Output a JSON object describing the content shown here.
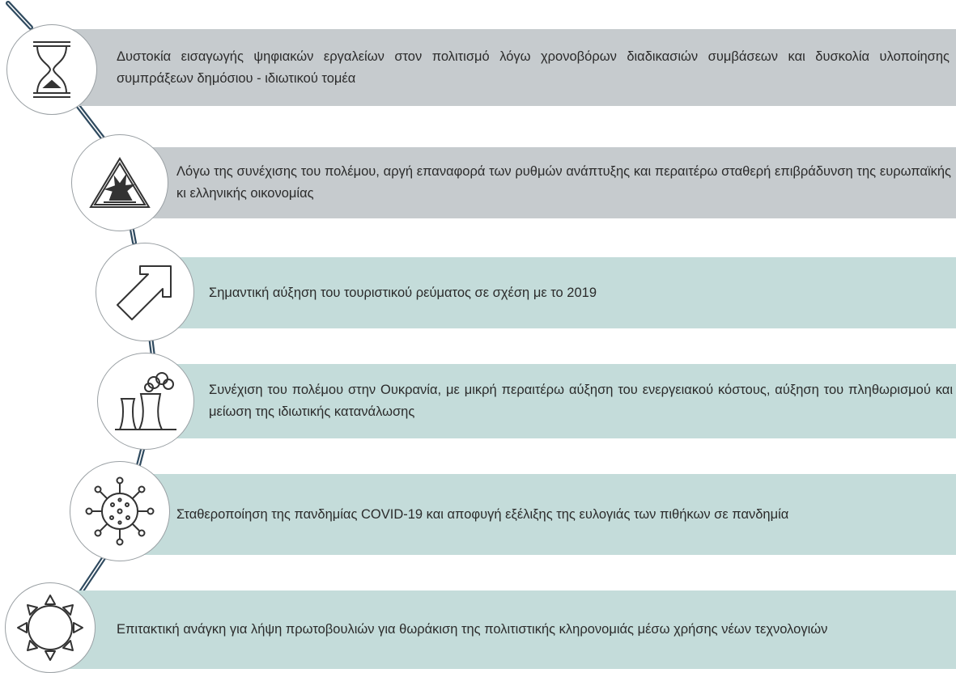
{
  "accent_colors": {
    "grey_bar": "#c6cbce",
    "teal_bar": "#c4dcda",
    "connector": "#2f4a5f",
    "icon_stroke": "#333333"
  },
  "items": [
    {
      "icon": "hourglass-icon",
      "style": "grey",
      "text": "Δυστοκία εισαγωγής ψηφιακών εργαλείων στον πολιτισμό λόγω χρονοβόρων διαδικασιών συμβάσεων και δυσκολία υλοποίησης συμπράξεων δημόσιου - ιδιωτικού τομέα"
    },
    {
      "icon": "explosion-warning-icon",
      "style": "grey",
      "text": "Λόγω της συνέχισης του πολέμου, αργή επαναφορά των ρυθμών ανάπτυξης και περαιτέρω σταθερή επιβράδυνση της ευρωπαϊκής κι ελληνικής οικονομίας"
    },
    {
      "icon": "upward-arrow-icon",
      "style": "teal",
      "text": "Σημαντική αύξηση του τουριστικού ρεύματος σε σχέση με το 2019"
    },
    {
      "icon": "power-plant-icon",
      "style": "teal",
      "text": "Συνέχιση του πολέμου στην Ουκρανία, με μικρή περαιτέρω αύξηση του ενεργειακού κόστους, αύξηση του πληθωρισμού και μείωση της ιδιωτικής κατανάλωσης"
    },
    {
      "icon": "virus-icon",
      "style": "teal",
      "text": "Σταθεροποίηση της πανδημίας COVID-19 και αποφυγή εξέλιξης της ευλογιάς των πιθήκων σε πανδημία"
    },
    {
      "icon": "sun-icon",
      "style": "teal",
      "text": "Επιτακτική ανάγκη για λήψη πρωτοβουλιών για θωράκιση της πολιτιστικής κληρονομιάς μέσω χρήσης νέων τεχνολογιών"
    }
  ]
}
